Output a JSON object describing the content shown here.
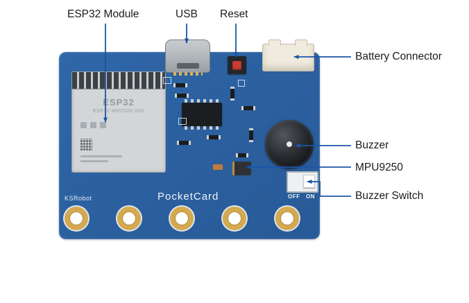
{
  "colors": {
    "line": "#1b55a8",
    "pcb": "#2b5f9e",
    "label_text": "#1b1b1b"
  },
  "labels": {
    "esp32": "ESP32 Module",
    "usb": "USB",
    "reset": "Reset",
    "battery": "Battery Connector",
    "buzzer": "Buzzer",
    "mpu": "MPU9250",
    "buzzer_switch": "Buzzer Switch"
  },
  "board": {
    "brand": "KSRobot",
    "product": "PocketCard",
    "module_title": "ESP32",
    "module_subtitle": "ESP32-WROOM-32D",
    "switch_labels": {
      "off": "OFF",
      "on": "ON"
    }
  }
}
